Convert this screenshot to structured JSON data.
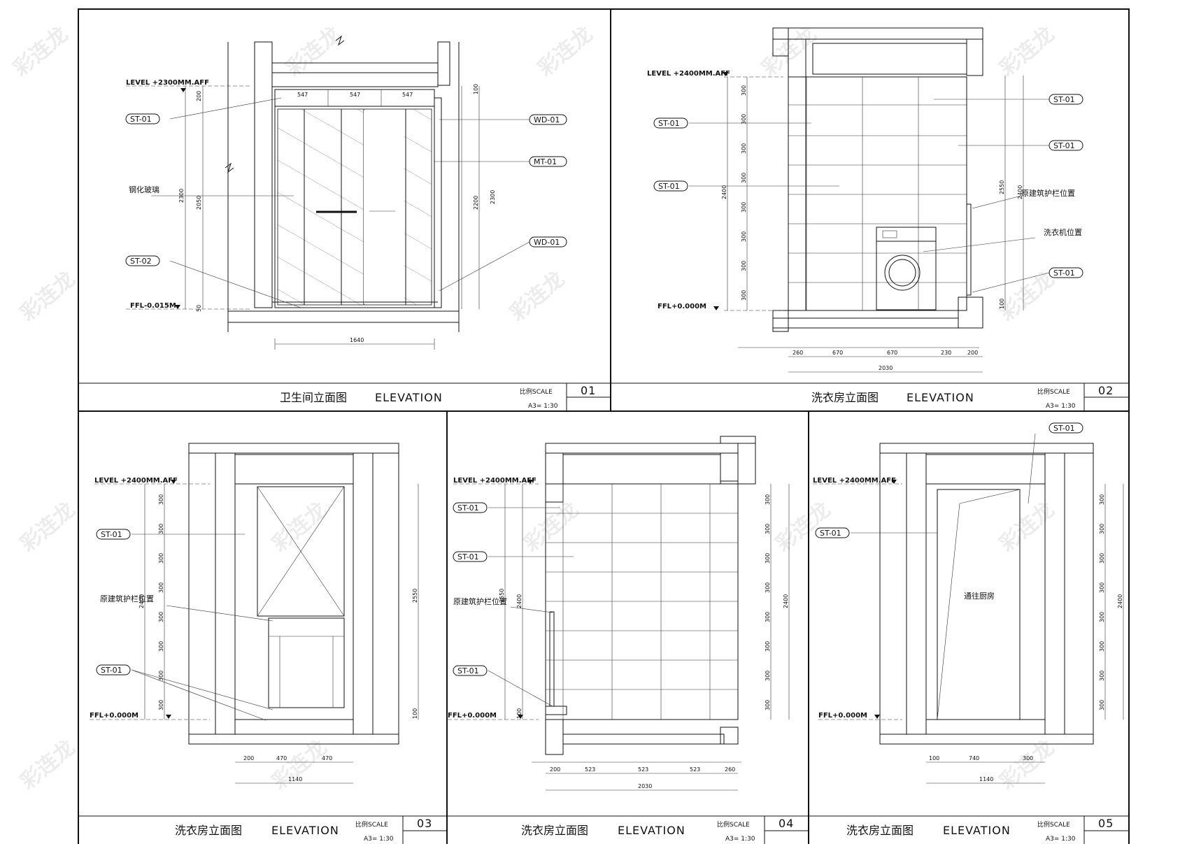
{
  "watermark": "彩连龙",
  "panels": [
    {
      "id": "01",
      "title_cn": "卫生间立面图",
      "title_en": "ELEVATION",
      "scale_label": "比例SCALE",
      "scale_value": "A3= 1:30",
      "number": "01",
      "level_top": "LEVEL +2300MM.AFF",
      "level_bottom": "FFL-0.015M",
      "tags_left": [
        "ST-01",
        "ST-02"
      ],
      "tags_right": [
        "WD-01",
        "MT-01",
        "WD-01"
      ],
      "note": "钢化玻璃",
      "dims_top": [
        "547",
        "547",
        "547"
      ],
      "dims_left": [
        "200",
        "2300",
        "2050",
        "50"
      ],
      "dims_right": [
        "100",
        "2200",
        "2300"
      ],
      "dims_bottom": [
        "1640"
      ]
    },
    {
      "id": "02",
      "title_cn": "洗衣房立面图",
      "title_en": "ELEVATION",
      "scale_label": "比例SCALE",
      "scale_value": "A3= 1:30",
      "number": "02",
      "level_top": "LEVEL +2400MM.AFF",
      "level_bottom": "FFL+0.000M",
      "tags_left": [
        "ST-01",
        "ST-01"
      ],
      "tags_right": [
        "ST-01",
        "ST-01",
        "ST-01"
      ],
      "notes": [
        "原建筑护栏位置",
        "洗衣机位置"
      ],
      "dims_left": [
        "300",
        "300",
        "300",
        "300",
        "300",
        "300",
        "300",
        "300",
        "2400"
      ],
      "dims_right": [
        "2550",
        "2400",
        "100"
      ],
      "dims_bottom": [
        "260",
        "670",
        "670",
        "230",
        "200"
      ],
      "dims_total": "2030"
    },
    {
      "id": "03",
      "title_cn": "洗衣房立面图",
      "title_en": "ELEVATION",
      "scale_label": "比例SCALE",
      "scale_value": "A3= 1:30",
      "number": "03",
      "level_top": "LEVEL +2400MM.AFF",
      "level_bottom": "FFL+0.000M",
      "tags_left": [
        "ST-01",
        "ST-01"
      ],
      "note": "原建筑护栏位置",
      "dims_left": [
        "300",
        "300",
        "300",
        "300",
        "300",
        "300",
        "300",
        "300",
        "2400"
      ],
      "dims_right": [
        "2550",
        "100"
      ],
      "dims_bottom": [
        "200",
        "470",
        "470"
      ],
      "dims_total": "1140"
    },
    {
      "id": "04",
      "title_cn": "洗衣房立面图",
      "title_en": "ELEVATION",
      "scale_label": "比例SCALE",
      "scale_value": "A3= 1:30",
      "number": "04",
      "level_top": "LEVEL +2400MM.AFF",
      "level_bottom": "FFL+0.000M",
      "tags_left": [
        "ST-01",
        "ST-01",
        "ST-01"
      ],
      "note": "原建筑护栏位置",
      "dims_left": [
        "2550",
        "2400",
        "100"
      ],
      "dims_right": [
        "300",
        "300",
        "300",
        "300",
        "300",
        "300",
        "300",
        "300",
        "2400"
      ],
      "dims_bottom": [
        "200",
        "523",
        "523",
        "523",
        "260"
      ],
      "dims_total": "2030"
    },
    {
      "id": "05",
      "title_cn": "洗衣房立面图",
      "title_en": "ELEVATION",
      "scale_label": "比例SCALE",
      "scale_value": "A3= 1:30",
      "number": "05",
      "level_top": "LEVEL +2400MM.AFF",
      "level_bottom": "FFL+0.000M",
      "tags_left": [
        "ST-01"
      ],
      "tags_right": [
        "ST-01"
      ],
      "note": "通往厨房",
      "dims_right": [
        "300",
        "300",
        "300",
        "300",
        "300",
        "300",
        "300",
        "300",
        "2400"
      ],
      "dims_bottom": [
        "100",
        "740",
        "300"
      ],
      "dims_total": "1140"
    }
  ]
}
